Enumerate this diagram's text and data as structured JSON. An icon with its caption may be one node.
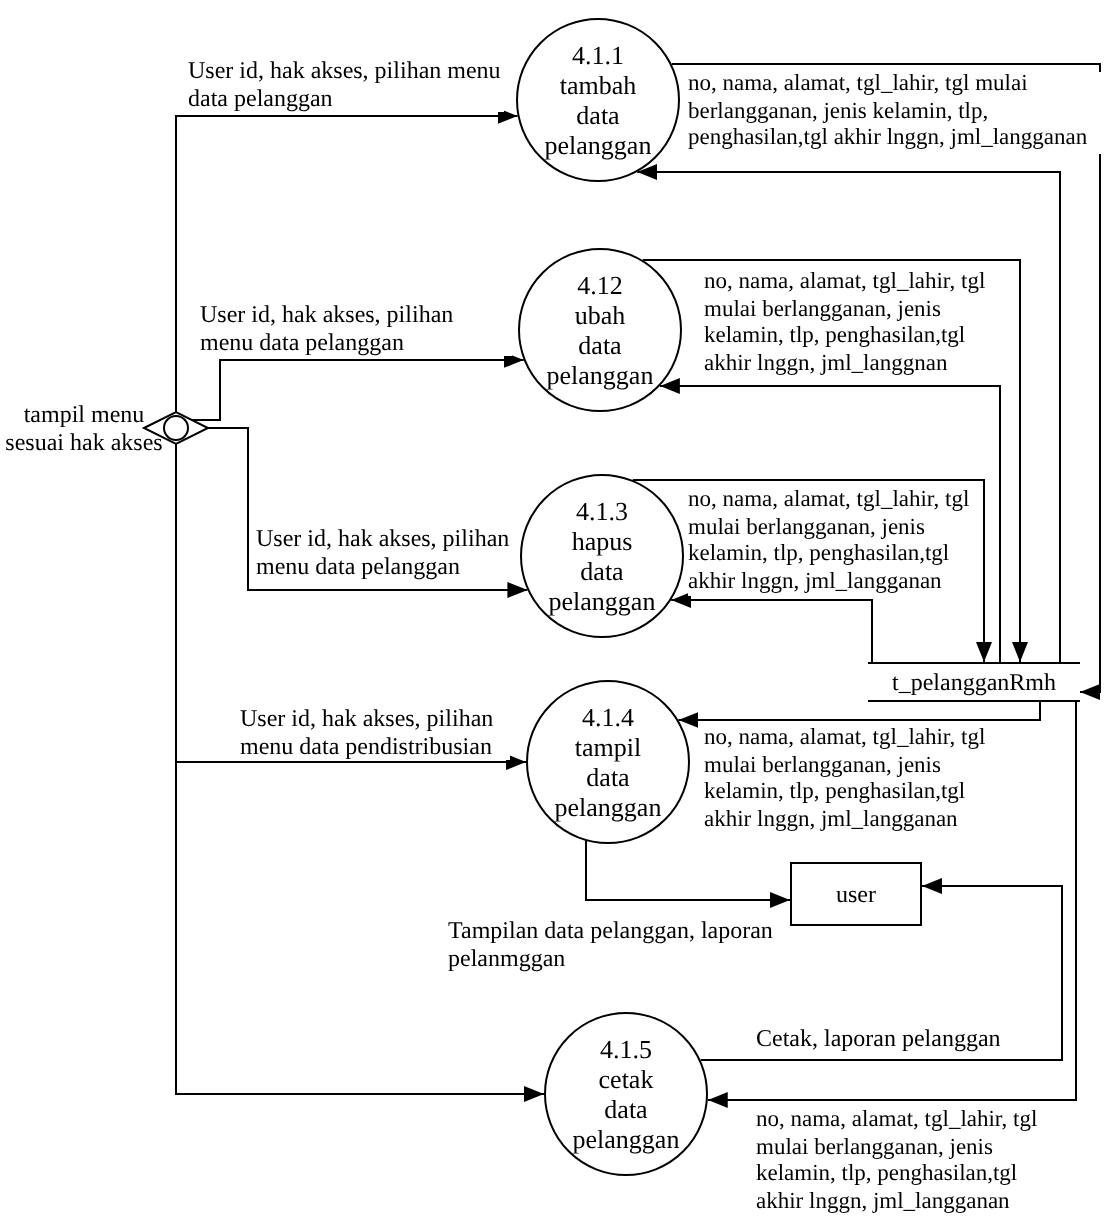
{
  "diagram": {
    "nodes": [
      {
        "text": [
          "4.1.1",
          "tambah data pelanggan"
        ]
      },
      {
        "text": [
          "4.12",
          "ubah data pelanggan"
        ]
      },
      {
        "text": [],
        "shape": "diamond",
        "beside": [
          "tampil menu sesuai hak akses"
        ]
      },
      {
        "text": [
          "4.1.3",
          "hapus data pelanggan"
        ]
      },
      {
        "text": [
          "t_pelangganRmh"
        ]
      },
      {
        "text": [
          "4.1.4",
          "tampil data pelanggan"
        ]
      },
      {
        "text": [
          "user"
        ]
      },
      {
        "text": [
          "4.1.5",
          "cetak data pelanggan"
        ]
      }
    ],
    "edges": [
      {
        "from": 2,
        "to": 0,
        "arrow": "to",
        "label": "User id, hak akses, pilihan menu data pelanggan"
      },
      {
        "from": 2,
        "to": 1,
        "arrow": "to",
        "label": "User id, hak akses, pilihan menu data pelanggan"
      },
      {
        "from": 2,
        "to": 3,
        "arrow": "to",
        "label": "User id, hak akses, pilihan menu data pelanggan"
      },
      {
        "from": 2,
        "to": 5,
        "arrow": "to",
        "label": "User id, hak akses, pilihan menu data pendistribusian"
      },
      {
        "from": 2,
        "to": 7,
        "arrow": "to"
      },
      {
        "from": 0,
        "to": 4,
        "arrow": "to"
      },
      {
        "from": 4,
        "to": 0,
        "arrow": "to",
        "label": "no, nama, alamat, tgl_lahir, tgl mulai berlangganan, jenis kelamin, tlp, penghasilan,tgl akhir lnggn, jml_langganan"
      },
      {
        "from": 1,
        "to": 4,
        "arrow": "to"
      },
      {
        "from": 4,
        "to": 1,
        "arrow": "to",
        "label": "no, nama, alamat, tgl_lahir, tgl mulai berlangganan, jenis kelamin, tlp, penghasilan,tgl akhir lnggn, jml_langgnan"
      },
      {
        "from": 3,
        "to": 4,
        "arrow": "to"
      },
      {
        "from": 4,
        "to": 3,
        "arrow": "to",
        "label": "no, nama, alamat, tgl_lahir, tgl mulai berlangganan, jenis kelamin, tlp, penghasilan,tgl akhir lnggn, jml_langganan"
      },
      {
        "from": 4,
        "to": 5,
        "arrow": "to",
        "label": "no, nama, alamat, tgl_lahir, tgl mulai berlangganan, jenis kelamin, tlp, penghasilan,tgl akhir lnggn, jml_langganan"
      },
      {
        "from": 4,
        "to": 7,
        "arrow": "to",
        "label": "no, nama, alamat, tgl_lahir, tgl mulai berlangganan, jenis kelamin, tlp, penghasilan,tgl akhir lnggn, jml_langganan"
      },
      {
        "from": 5,
        "to": 6,
        "arrow": "to",
        "label": "Tampilan data pelanggan, laporan pelanmggan"
      },
      {
        "from": 7,
        "to": 6,
        "arrow": "to",
        "label": "Cetak, laporan pelanggan"
      }
    ]
  }
}
